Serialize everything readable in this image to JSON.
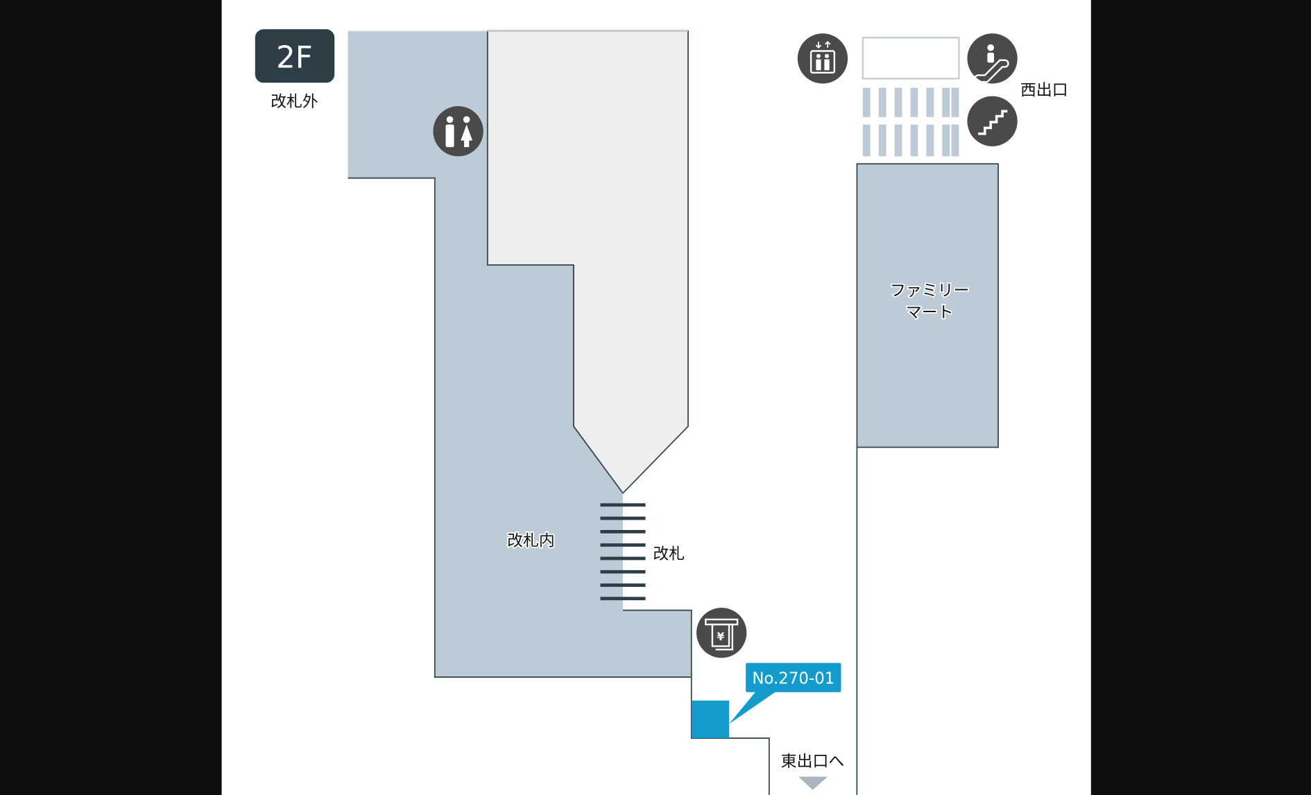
{
  "floor": {
    "badge": "2F",
    "area_label": "改札外"
  },
  "labels": {
    "inside_gate": "改札内",
    "ticket_gate": "改札",
    "west_exit": "西出口",
    "east_exit": "東出口へ",
    "shop_line1": "ファミリー",
    "shop_line2": "マート"
  },
  "callout": {
    "label": "No.270-01"
  },
  "icons": [
    "restroom-icon",
    "atm-icon",
    "elevator-icon",
    "escalator-icon",
    "stairs-icon",
    "down-arrow-icon"
  ],
  "colors": {
    "background": "#0e0e0e",
    "map_bg": "#ffffff",
    "paid_area": "#bccbd5",
    "blocked_area": "#eeeeee",
    "wall": "#3a4a52",
    "badge": "#2d3e47",
    "icon_circle": "#4a4a4a",
    "highlight": "#139ccb",
    "arrow": "#a9b6bf"
  }
}
